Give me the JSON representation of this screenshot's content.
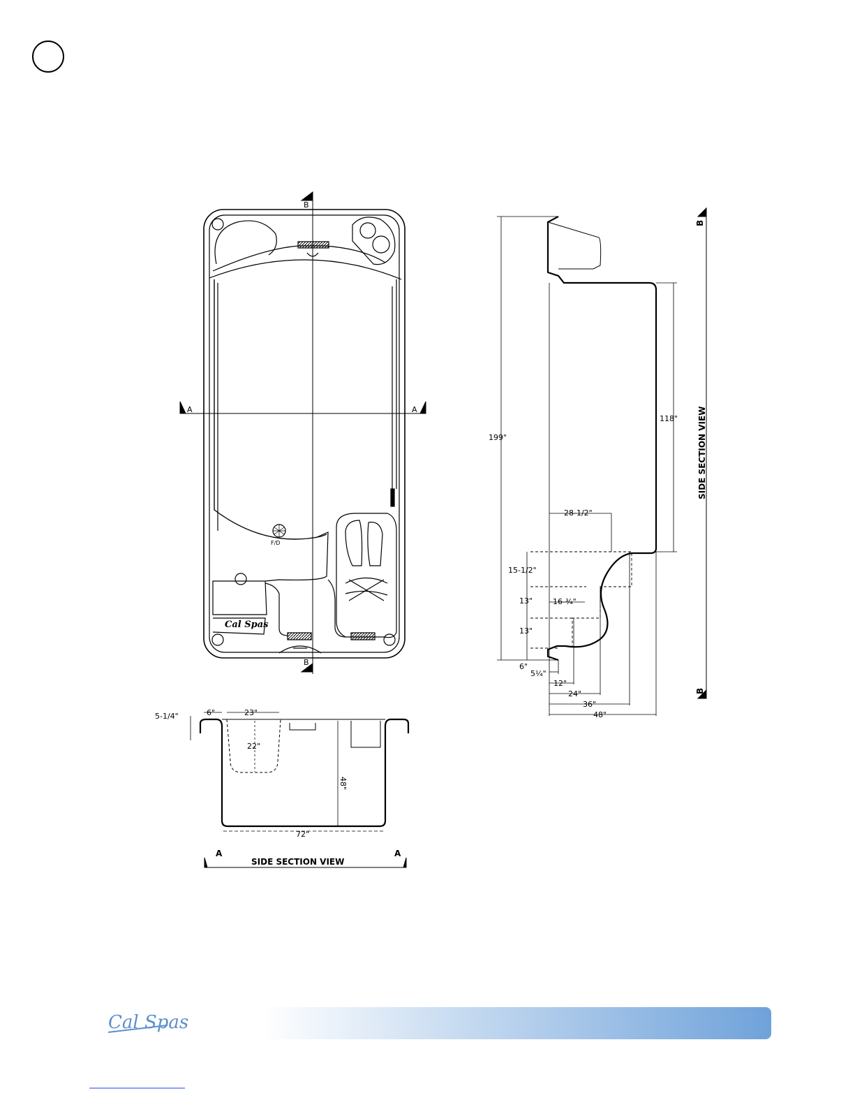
{
  "top_view": {
    "section_b_top": "B",
    "section_b_bottom": "B",
    "section_a_left": "A",
    "section_a_right": "A",
    "drain_label": "F/D",
    "logo_mark": "Cal Spas"
  },
  "side_section_a": {
    "title": "SIDE SECTION VIEW",
    "marker_left": "A",
    "marker_right": "A",
    "dims": {
      "rim_height": "5-1/4\"",
      "lip": "6\"",
      "seat_width": "23\"",
      "seat_depth": "22\"",
      "depth": "48\"",
      "width": "72\""
    }
  },
  "side_section_b": {
    "title": "SIDE SECTION VIEW",
    "marker_top": "B",
    "marker_bottom": "B",
    "dims": {
      "overall_length": "199\"",
      "pool_length": "118\"",
      "step_run": "28-1/2\"",
      "step_rise": "15-1/2\"",
      "step_1": "13\"",
      "step_2": "13\"",
      "step_3": "6\"",
      "tread": "16-¾\"",
      "lip": "5¼\"",
      "d12": "12\"",
      "d24": "24\"",
      "d36": "36\"",
      "d48": "48\""
    }
  },
  "footer": {
    "brand": "Cal Spas"
  },
  "colors": {
    "footer_gradient_start": "#ffffff",
    "footer_gradient_end": "#6fa2da",
    "logo": "#5b8fcf"
  }
}
